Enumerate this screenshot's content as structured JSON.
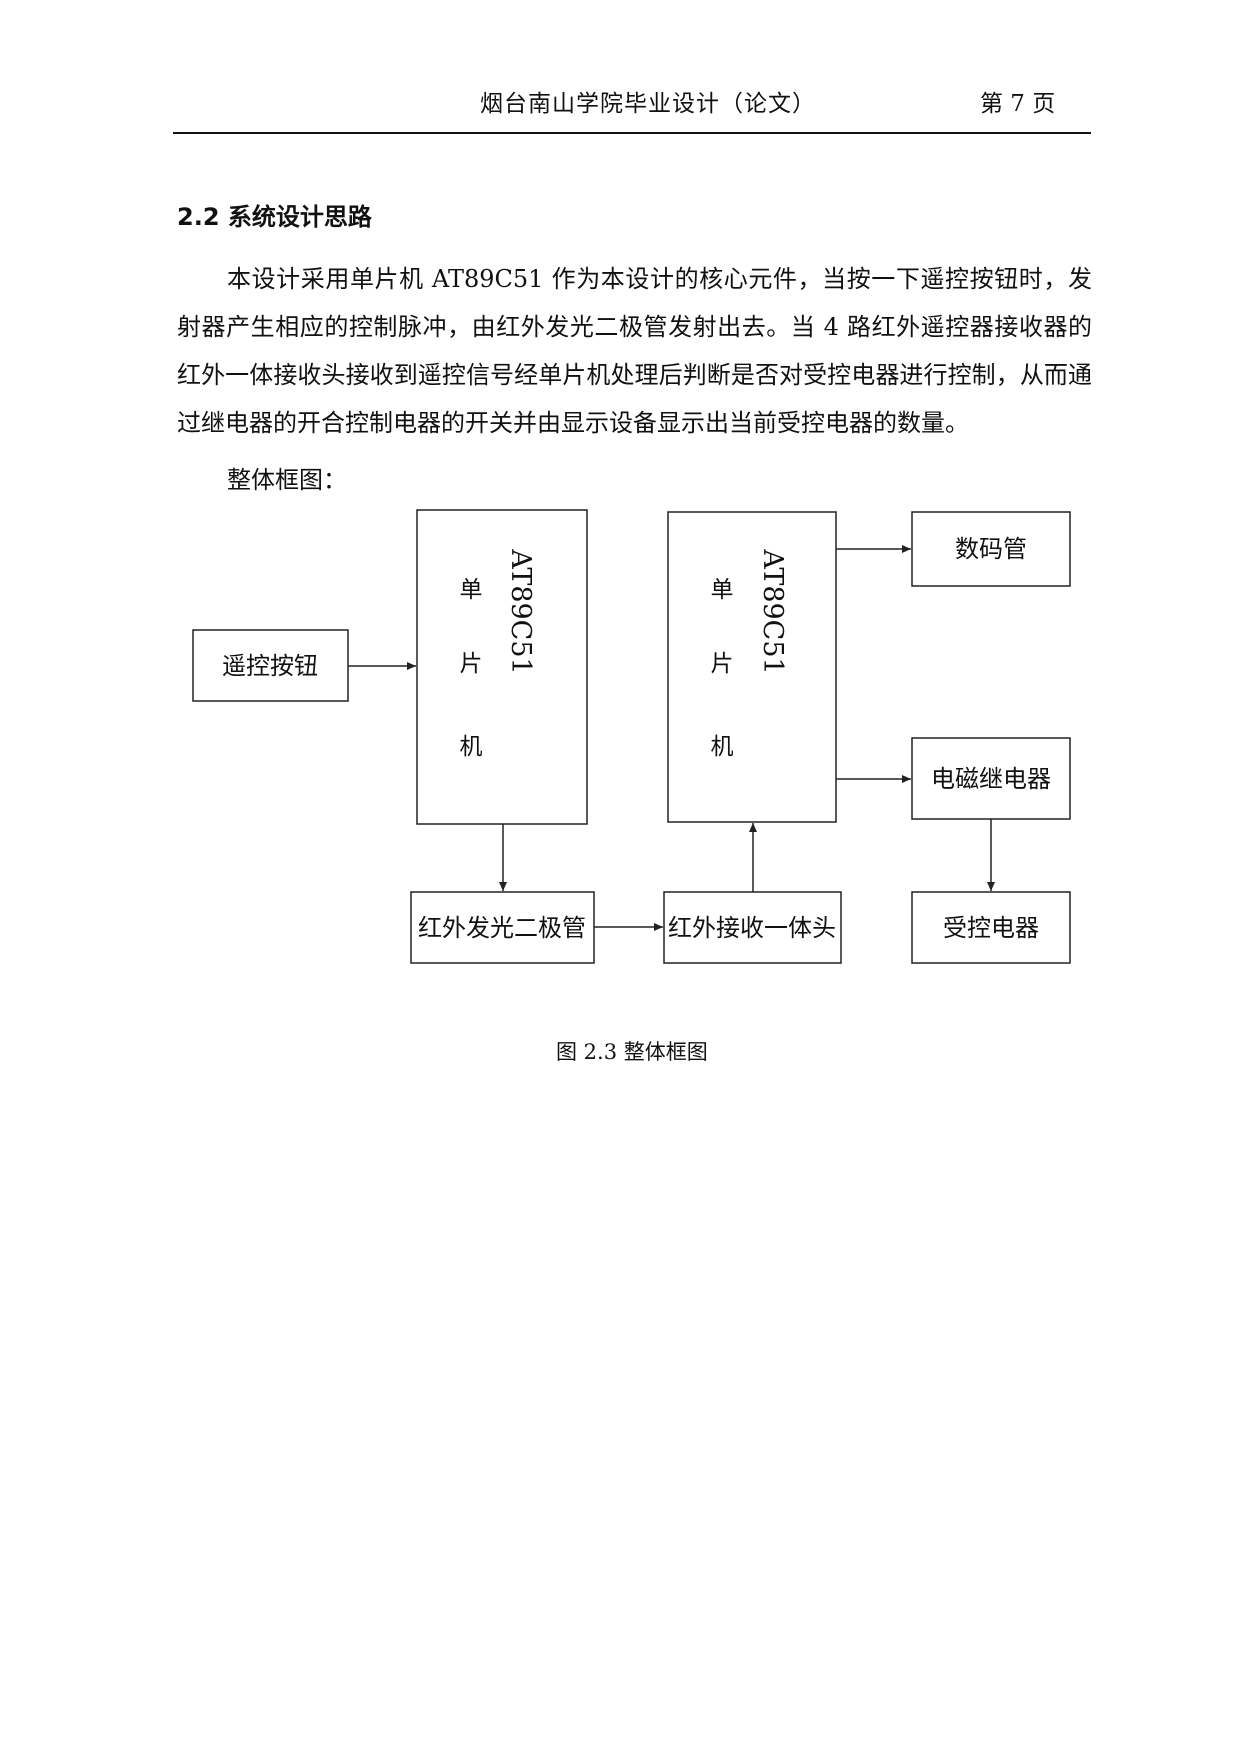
{
  "header": {
    "title": "烟台南山学院毕业设计（论文）",
    "page_label": "第 7 页"
  },
  "section": {
    "heading": "2.2 系统设计思路",
    "paragraph": "本设计采用单片机 AT89C51 作为本设计的核心元件，当按一下遥控按钮时，发射器产生相应的控制脉冲，由红外发光二极管发射出去。当 4 路红外遥控器接收器的红外一体接收头接收到遥控信号经单片机处理后判断是否对受控电器进行控制，从而通过继电器的开合控制电器的开关并由显示设备显示出当前受控电器的数量。",
    "diagram_label": "整体框图："
  },
  "diagram": {
    "remote_button": "遥控按钮",
    "mcu1": {
      "chars": [
        "单",
        "片",
        "机"
      ],
      "model": "AT89C51"
    },
    "mcu2": {
      "chars": [
        "单",
        "片",
        "机"
      ],
      "model": "AT89C51"
    },
    "ir_led": "红外发光二极管",
    "ir_receiver": "红外接收一体头",
    "digit_tube": "数码管",
    "relay": "电磁继电器",
    "controlled_appliance": "受控电器"
  },
  "caption": "图 2.3  整体框图"
}
